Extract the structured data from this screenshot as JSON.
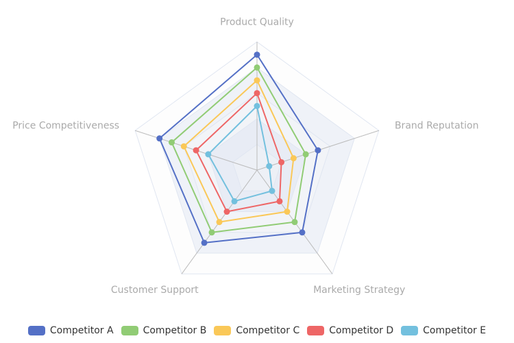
{
  "chart_data": {
    "type": "radar",
    "indicators": [
      "Product Quality",
      "Brand Reputation",
      "Marketing Strategy",
      "Customer Support",
      "Price Competitiveness"
    ],
    "max": 100,
    "series": [
      {
        "name": "Competitor A",
        "color": "#5470c6",
        "values": [
          90,
          50,
          60,
          70,
          80
        ]
      },
      {
        "name": "Competitor B",
        "color": "#91cc75",
        "values": [
          80,
          40,
          50,
          60,
          70
        ]
      },
      {
        "name": "Competitor C",
        "color": "#fac858",
        "values": [
          70,
          30,
          40,
          50,
          60
        ]
      },
      {
        "name": "Competitor D",
        "color": "#ee6666",
        "values": [
          60,
          20,
          30,
          40,
          50
        ]
      },
      {
        "name": "Competitor E",
        "color": "#73c0de",
        "values": [
          50,
          10,
          20,
          30,
          40
        ]
      }
    ],
    "legend_position": "bottom"
  }
}
